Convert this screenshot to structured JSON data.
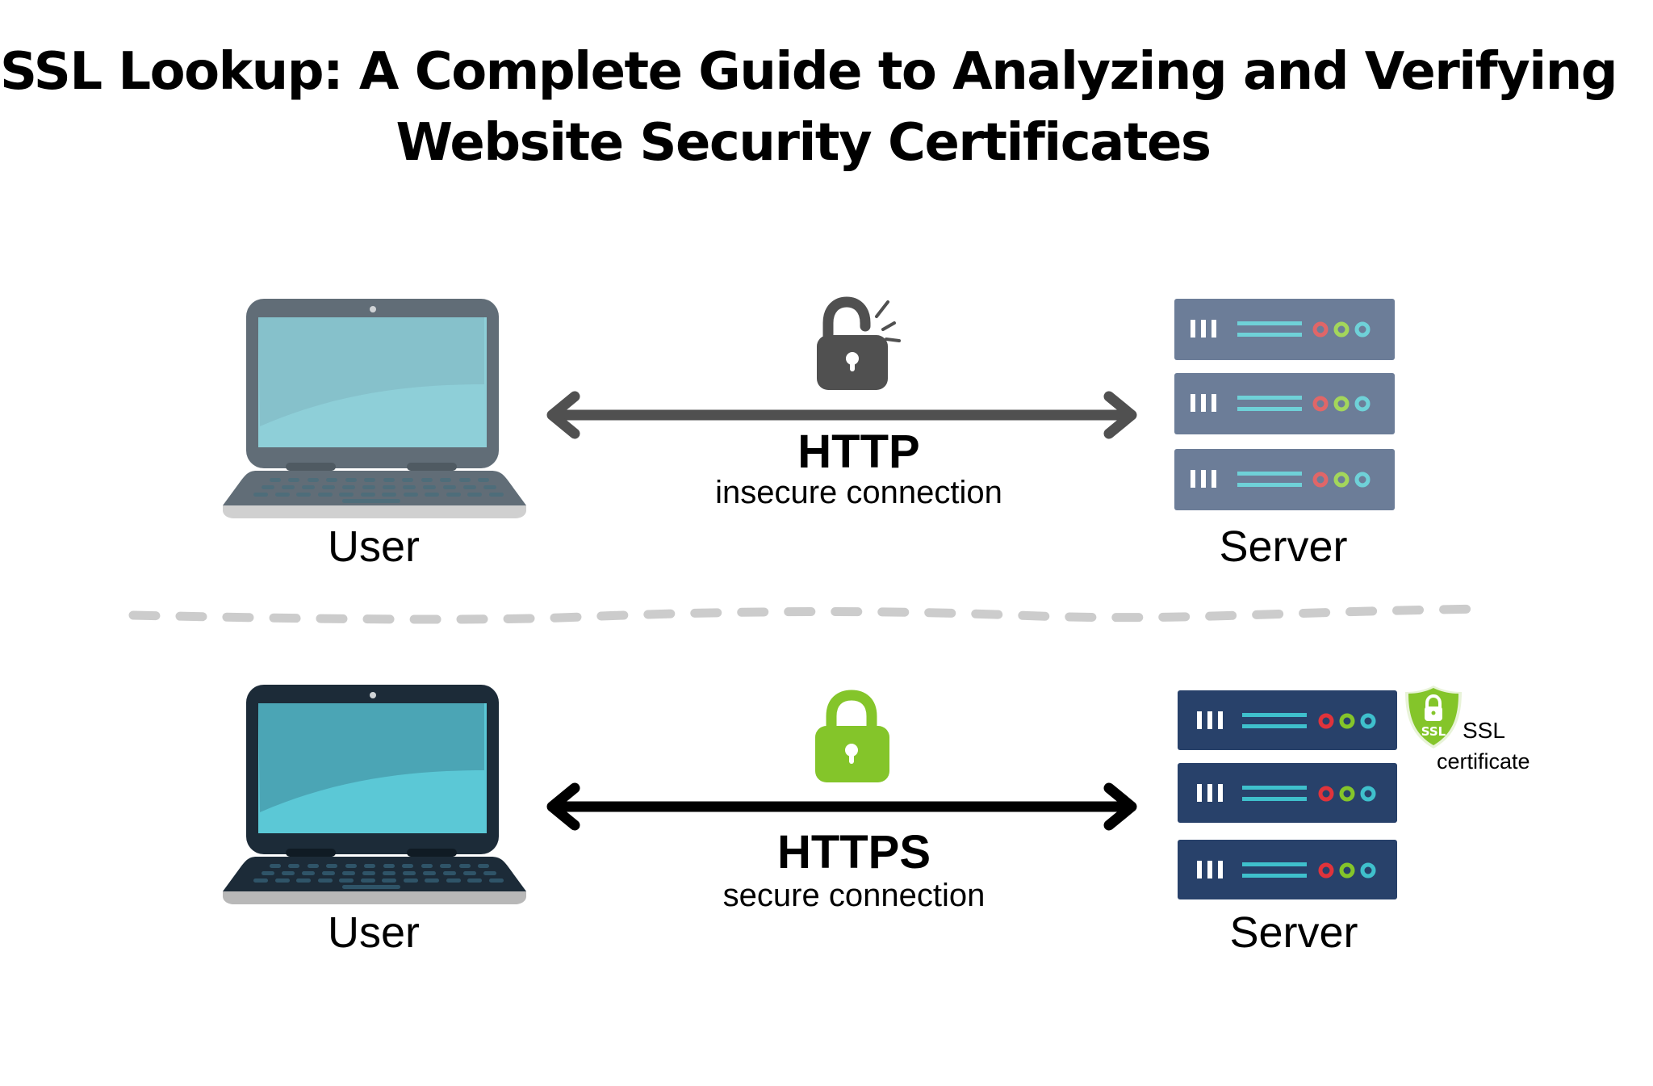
{
  "title": {
    "line1": "SSL Lookup: A Complete Guide to Analyzing and Verifying",
    "line2": "Website Security Certificates"
  },
  "colors": {
    "insecure_accent": "#505050",
    "secure_accent": "#84c52a",
    "secure_arrow": "#000000",
    "server_insecure": "#6c7d98",
    "server_secure": "#28416a",
    "led_red": "#e0333b",
    "led_green": "#84c52a",
    "led_cyan": "#3fc0cc",
    "divider": "#cccccc"
  },
  "insecure": {
    "client_label": "User",
    "server_label": "Server",
    "protocol": "HTTP",
    "description": "insecure connection",
    "lock_icon": "unlocked-padlock-icon"
  },
  "secure": {
    "client_label": "User",
    "server_label": "Server",
    "protocol": "HTTPS",
    "description": "secure connection",
    "lock_icon": "locked-padlock-icon",
    "badge": {
      "text": "SSL",
      "label_line1": "SSL",
      "label_line2": "certificate"
    }
  }
}
